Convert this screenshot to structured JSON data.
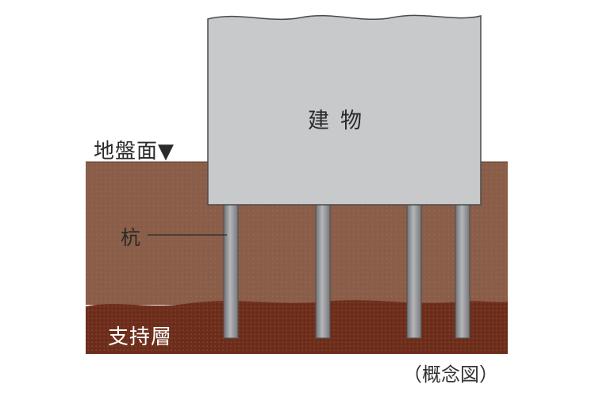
{
  "diagram": {
    "labels": {
      "ground_level": "地盤面▼",
      "building": "建物",
      "pile": "杭",
      "bearing_layer": "支持層",
      "caption": "（概念図）"
    },
    "colors": {
      "soil": "#8a5e48",
      "bearing_layer": "#6e2e1c",
      "building_fill": "#c8c9cb",
      "building_stroke": "#4a4a4a",
      "pile_fill": "#8e9094",
      "background": "#ffffff"
    },
    "piles": {
      "count": 4
    }
  }
}
